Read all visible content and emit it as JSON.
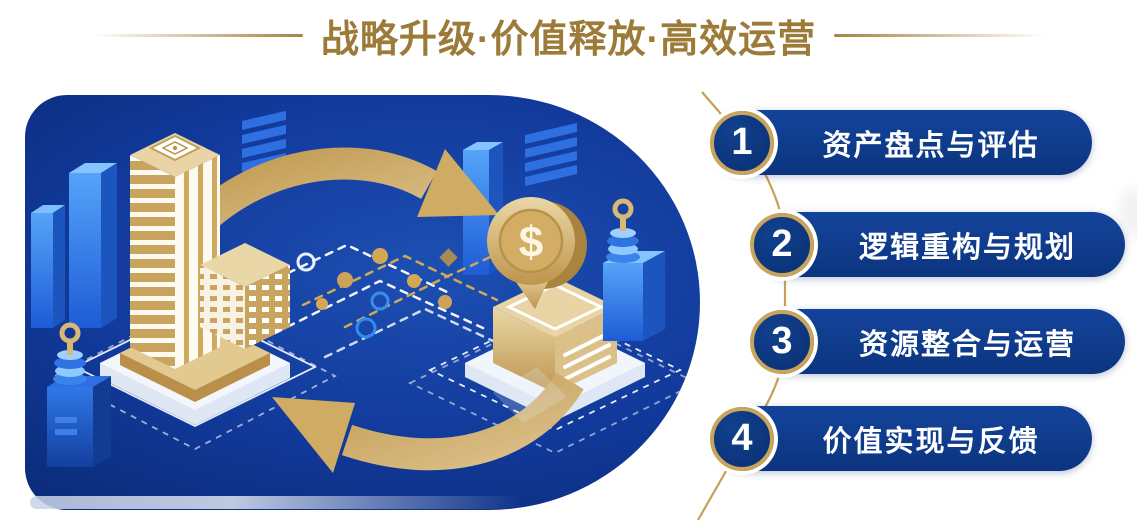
{
  "header": {
    "title": "战略升级·价值释放·高效运营"
  },
  "steps": [
    {
      "number": "1",
      "label": "资产盘点与评估"
    },
    {
      "number": "2",
      "label": "逻辑重构与规划"
    },
    {
      "number": "3",
      "label": "资源整合与运营"
    },
    {
      "number": "4",
      "label": "价值实现与反馈"
    }
  ],
  "illustration": {
    "coin_symbol": "$",
    "elements": [
      "gold-skyscraper",
      "small-gold-building",
      "dollar-coin-pin",
      "cycle-arrows",
      "isometric-platforms",
      "network-dashed-links",
      "location-beacons",
      "blue-pillars"
    ]
  },
  "colors": {
    "title_gold": "#9c7a38",
    "accent_gold": "#c9a45c",
    "pill_blue": "#0e3c8e",
    "scene_blue": "#11399a"
  }
}
